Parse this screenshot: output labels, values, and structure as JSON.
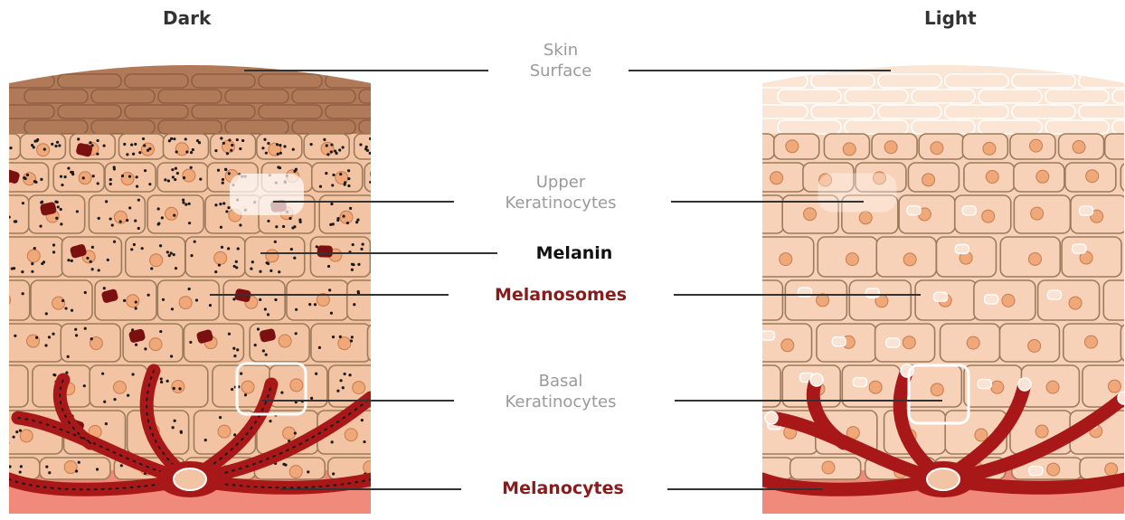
{
  "titles": {
    "left": "Dark",
    "right": "Light"
  },
  "labels": {
    "skin_surface": {
      "line1": "Skin",
      "line2": "Surface"
    },
    "upper_keratinocytes": {
      "line1": "Upper",
      "line2": "Keratinocytes"
    },
    "melanin": "Melanin",
    "melanosomes": "Melanosomes",
    "basal_keratinocytes": {
      "line1": "Basal",
      "line2": "Keratinocytes"
    },
    "melanocytes": "Melanocytes"
  },
  "colors": {
    "label_gray": "#9a9a9a",
    "label_black": "#111111",
    "label_red": "#8b1a1a",
    "leader_line": "#333333",
    "dark_surface": "#b07a58",
    "dark_cell": "#f3c4a4",
    "light_surface": "#fbe6d6",
    "light_cell": "#f8d2b8",
    "cell_border": "#9b7b5a",
    "nucleus": "#f0a878",
    "melanosome": "#7a1010",
    "melanocyte": "#a81818",
    "dermis": "#f08a7a"
  }
}
